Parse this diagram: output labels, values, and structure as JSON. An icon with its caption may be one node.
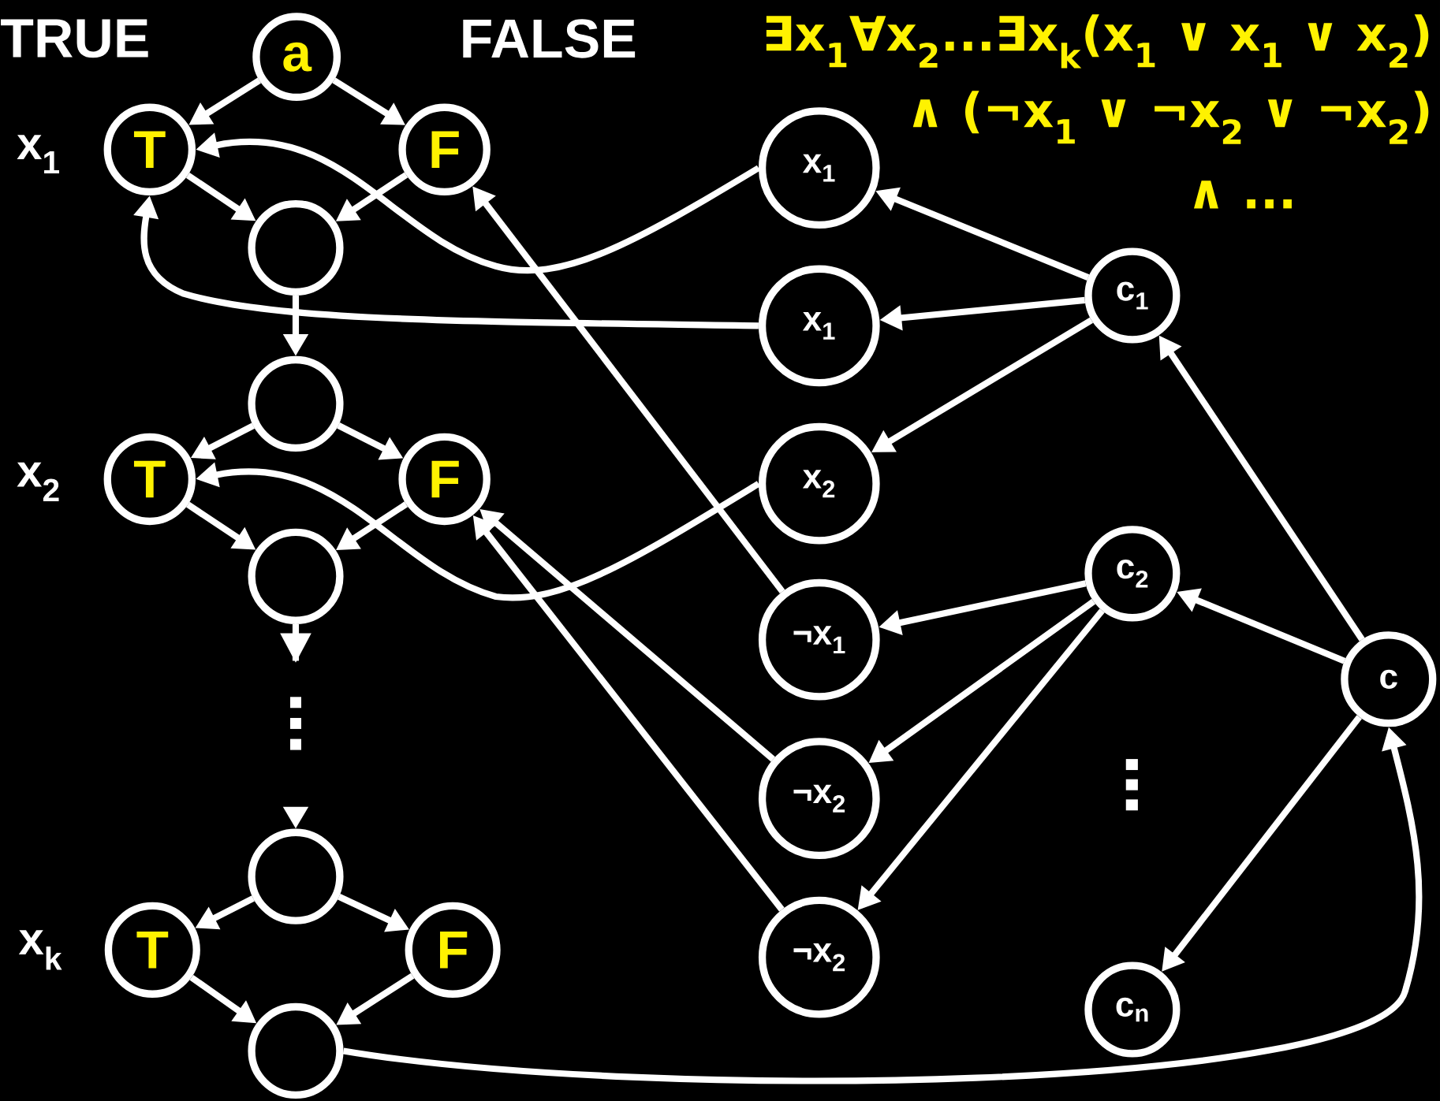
{
  "diagram": {
    "nodes": [
      {
        "text": [
          "a"
        ]
      },
      {
        "text": [
          "T"
        ]
      },
      {
        "text": [
          "F"
        ]
      },
      {
        "text": [],
        "shape": "circle"
      },
      {
        "text": [],
        "shape": "circle"
      },
      {
        "text": [
          "T"
        ]
      },
      {
        "text": [
          "F"
        ]
      },
      {
        "text": [],
        "shape": "circle"
      },
      {
        "text": [],
        "shape": "circle"
      },
      {
        "text": [
          "T"
        ]
      },
      {
        "text": [
          "F"
        ]
      },
      {
        "text": [],
        "shape": "circle"
      },
      {
        "text": [
          "x$_{1}$"
        ]
      },
      {
        "text": [
          "x$_{1}$"
        ]
      },
      {
        "text": [
          "x$_{2}$"
        ]
      },
      {
        "text": [
          "¬x$_{1}$"
        ]
      },
      {
        "text": [
          "¬x$_{2}$"
        ]
      },
      {
        "text": [
          "¬x$_{2}$"
        ]
      },
      {
        "text": [
          "c$_{1}$"
        ]
      },
      {
        "text": [
          "c$_{2}$"
        ]
      },
      {
        "text": [
          "c"
        ]
      },
      {
        "text": [
          "c$_{n}$"
        ]
      }
    ],
    "edges": [
      {
        "from": 0,
        "to": 1,
        "arrow": "to"
      },
      {
        "from": 0,
        "to": 2,
        "arrow": "to"
      },
      {
        "from": 1,
        "to": 3,
        "arrow": "to"
      },
      {
        "from": 2,
        "to": 3,
        "arrow": "to"
      },
      {
        "from": 3,
        "to": 4,
        "arrow": "to"
      },
      {
        "from": 4,
        "to": 5,
        "arrow": "to"
      },
      {
        "from": 4,
        "to": 6,
        "arrow": "to"
      },
      {
        "from": 5,
        "to": 7,
        "arrow": "to"
      },
      {
        "from": 6,
        "to": 7,
        "arrow": "to"
      },
      {
        "from": 7,
        "to": 8,
        "arrow": "to",
        "style": "dashed"
      },
      {
        "from": 8,
        "to": 9,
        "arrow": "to"
      },
      {
        "from": 8,
        "to": 10,
        "arrow": "to"
      },
      {
        "from": 9,
        "to": 11,
        "arrow": "to"
      },
      {
        "from": 10,
        "to": 11,
        "arrow": "to"
      },
      {
        "from": 11,
        "to": 20,
        "arrow": "to"
      },
      {
        "from": 20,
        "to": 18,
        "arrow": "to"
      },
      {
        "from": 20,
        "to": 19,
        "arrow": "to"
      },
      {
        "from": 20,
        "to": 21,
        "arrow": "to"
      },
      {
        "from": 18,
        "to": 12,
        "arrow": "to"
      },
      {
        "from": 18,
        "to": 13,
        "arrow": "to"
      },
      {
        "from": 18,
        "to": 14,
        "arrow": "to"
      },
      {
        "from": 19,
        "to": 15,
        "arrow": "to"
      },
      {
        "from": 19,
        "to": 16,
        "arrow": "to"
      },
      {
        "from": 19,
        "to": 17,
        "arrow": "to"
      },
      {
        "from": 12,
        "to": 1,
        "arrow": "to"
      },
      {
        "from": 13,
        "to": 1,
        "arrow": "to"
      },
      {
        "from": 14,
        "to": 5,
        "arrow": "to"
      },
      {
        "from": 15,
        "to": 2,
        "arrow": "to"
      },
      {
        "from": 16,
        "to": 6,
        "arrow": "to"
      },
      {
        "from": 17,
        "to": 6,
        "arrow": "to"
      }
    ],
    "labels": [
      "TRUE",
      "FALSE",
      "∃x$_{1}$∀x$_{2}$...∃x$_{k}$(x$_{1}$ ∨ x$_{1}$ ∨ x$_{2}$)",
      "x$_{1}$",
      "∧ (¬x$_{1}$ ∨ ¬x$_{2}$ ∨ ¬x$_{2}$)",
      "∧ ...",
      "x$_{2}$",
      "x$_{k}$"
    ]
  }
}
